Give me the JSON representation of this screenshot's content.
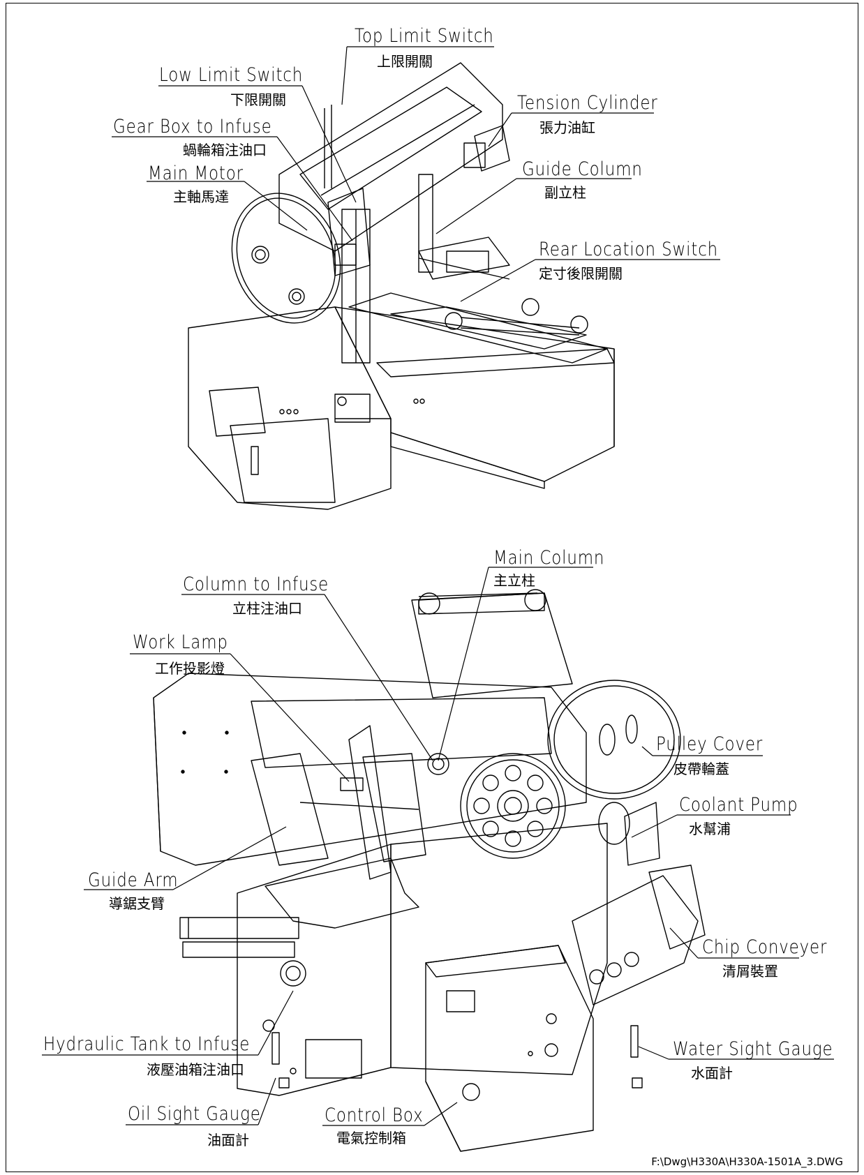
{
  "labels": {
    "top_limit_switch": {
      "en": "Top Limit Switch",
      "zh": "上限開關"
    },
    "low_limit_switch": {
      "en": "Low Limit Switch",
      "zh": "下限開關"
    },
    "gear_box_infuse": {
      "en": "Gear Box to Infuse",
      "zh": "蝸輪箱注油口"
    },
    "main_motor": {
      "en": "Main Motor",
      "zh": "主軸馬達"
    },
    "tension_cylinder": {
      "en": "Tension Cylinder",
      "zh": "張力油缸"
    },
    "guide_column": {
      "en": "Guide Column",
      "zh": "副立柱"
    },
    "rear_location_switch": {
      "en": "Rear Location Switch",
      "zh": "定寸後限開關"
    },
    "main_column": {
      "en": "Main Column",
      "zh": "主立柱"
    },
    "column_infuse": {
      "en": "Column to Infuse",
      "zh": "立柱注油口"
    },
    "work_lamp": {
      "en": "Work Lamp",
      "zh": "工作投影燈"
    },
    "pulley_cover": {
      "en": "Pulley Cover",
      "zh": "皮帶輪蓋"
    },
    "coolant_pump": {
      "en": "Coolant Pump",
      "zh": "水幫浦"
    },
    "guide_arm": {
      "en": "Guide Arm",
      "zh": "導鋸支臂"
    },
    "chip_conveyer": {
      "en": "Chip Conveyer",
      "zh": "清屑裝置"
    },
    "hydraulic_tank": {
      "en": "Hydraulic Tank to Infuse",
      "zh": "液壓油箱注油口"
    },
    "water_sight_gauge": {
      "en": "Water Sight Gauge",
      "zh": "水面計"
    },
    "oil_sight_gauge": {
      "en": "Oil Sight Gauge",
      "zh": "油面計"
    },
    "control_box": {
      "en": "Control Box",
      "zh": "電氣控制箱"
    }
  },
  "file_path": "F:\\Dwg\\H330A\\H330A-1501A_3.DWG"
}
